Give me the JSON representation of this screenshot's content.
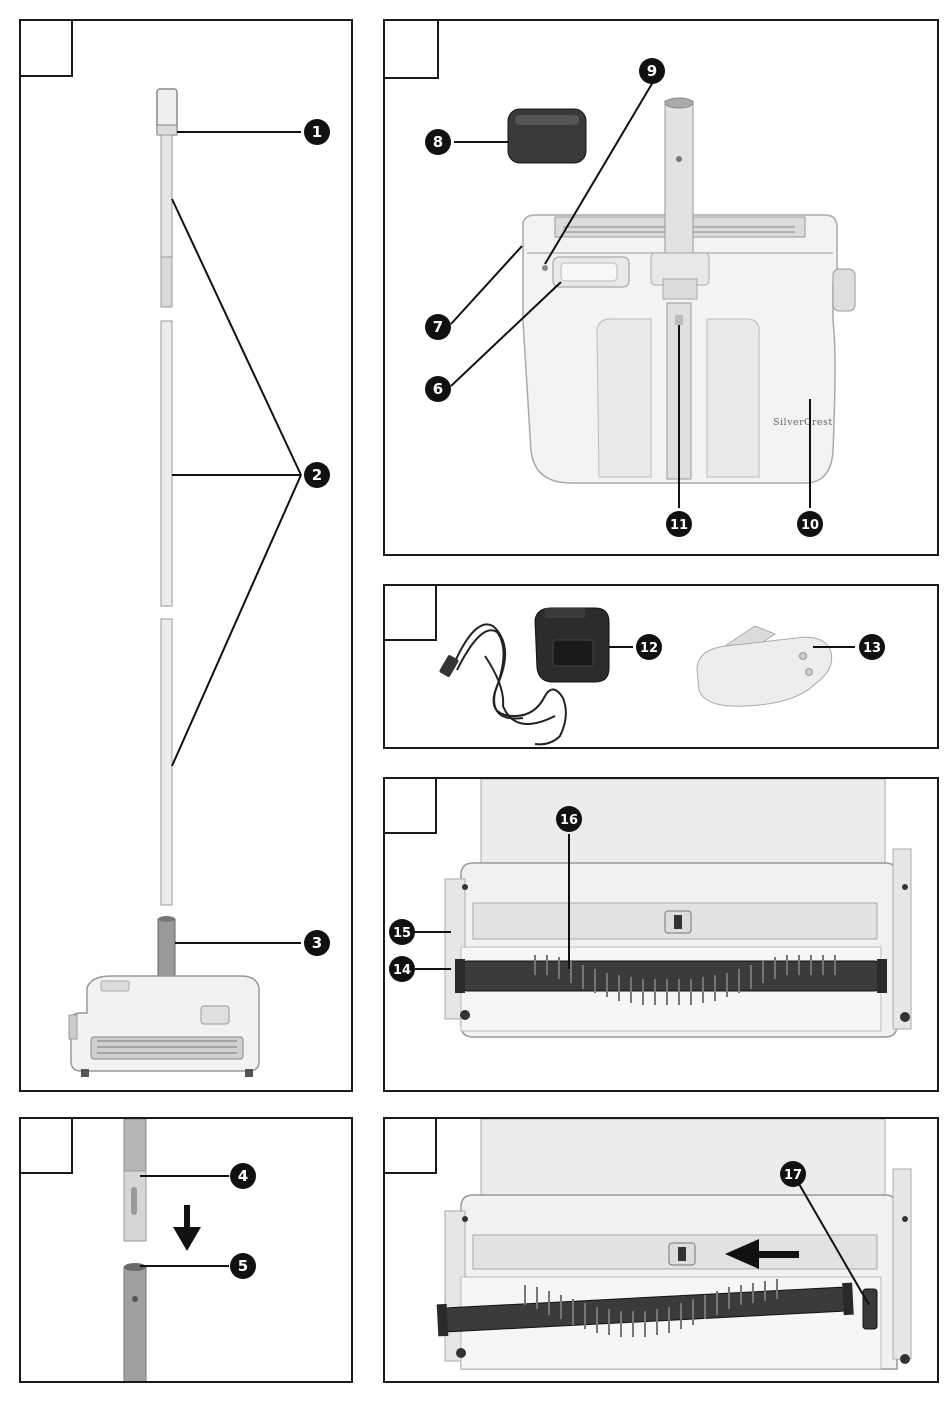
{
  "panels": [
    {
      "name": "panel-a",
      "callouts": [
        "1",
        "2",
        "3"
      ]
    },
    {
      "name": "panel-b",
      "callouts": [
        "6",
        "7",
        "8",
        "9",
        "10",
        "11"
      ]
    },
    {
      "name": "panel-c",
      "callouts": [
        "12",
        "13"
      ]
    },
    {
      "name": "panel-d",
      "callouts": [
        "14",
        "15",
        "16"
      ]
    },
    {
      "name": "panel-e",
      "callouts": [
        "4",
        "5"
      ]
    },
    {
      "name": "panel-f",
      "callouts": [
        "17"
      ]
    }
  ],
  "brand": "SilverCrest",
  "labels": {
    "c1": "1",
    "c2": "2",
    "c3": "3",
    "c4": "4",
    "c5": "5",
    "c6": "6",
    "c7": "7",
    "c8": "8",
    "c9": "9",
    "c10": "10",
    "c11": "11",
    "c12": "12",
    "c13": "13",
    "c14": "14",
    "c15": "15",
    "c16": "16",
    "c17": "17"
  },
  "icons": {
    "callout_marker": "black-circle-number",
    "arrow_down": "down-arrow-icon",
    "arrow_left": "left-arrow-icon"
  },
  "colors": {
    "outline": "#1a1a1a",
    "device_white": "#f2f2f2",
    "device_grey": "#cfcfcf",
    "handle_grey": "#9a9a9a",
    "dark": "#2b2b2b"
  }
}
